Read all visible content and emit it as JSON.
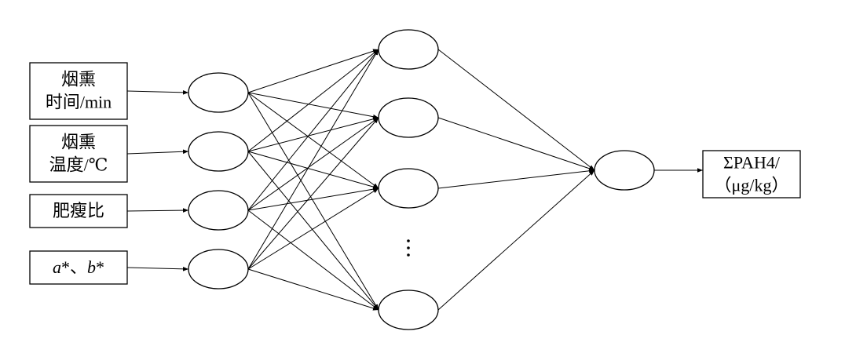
{
  "inputs": [
    {
      "lines": [
        {
          "parts": [
            {
              "text": "烟熏",
              "italic": false
            }
          ]
        },
        {
          "parts": [
            {
              "text": "时间/min",
              "italic": false
            }
          ]
        }
      ]
    },
    {
      "lines": [
        {
          "parts": [
            {
              "text": "烟熏",
              "italic": false
            }
          ]
        },
        {
          "parts": [
            {
              "text": "温度/℃",
              "italic": false
            }
          ]
        }
      ]
    },
    {
      "lines": [
        {
          "parts": [
            {
              "text": "肥瘦比",
              "italic": false
            }
          ]
        }
      ]
    },
    {
      "lines": [
        {
          "parts": [
            {
              "text": "a",
              "italic": true
            },
            {
              "text": "*、",
              "italic": false
            },
            {
              "text": "b",
              "italic": true
            },
            {
              "text": "*",
              "italic": false
            }
          ]
        }
      ]
    }
  ],
  "output": {
    "lines": [
      {
        "parts": [
          {
            "text": "ΣPAH4/",
            "italic": false
          }
        ]
      },
      {
        "parts": [
          {
            "text": "（μg/kg）",
            "italic": false
          }
        ]
      }
    ]
  },
  "network": {
    "input_nodes": 4,
    "hidden_nodes_shown": 4,
    "output_nodes": 1,
    "hidden_has_ellipsis": true
  }
}
